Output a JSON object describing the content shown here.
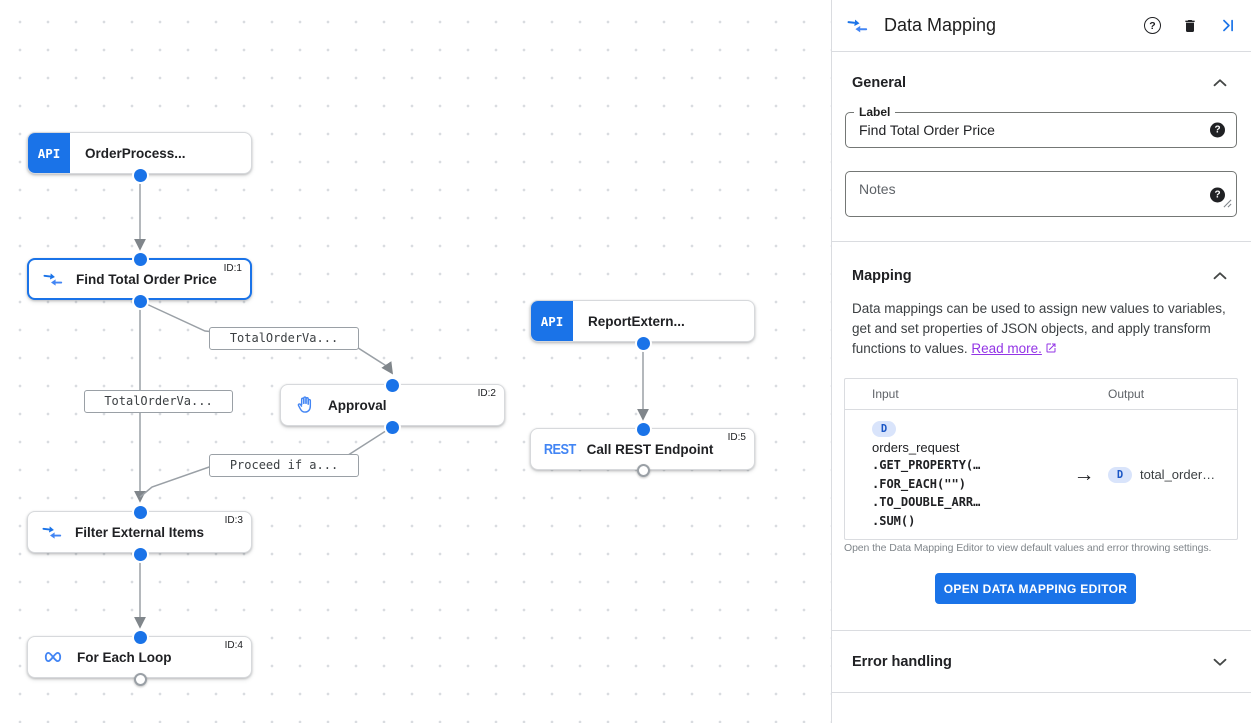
{
  "panel": {
    "title": "Data Mapping",
    "header_icons": [
      "data-mapping-icon",
      "help-icon",
      "delete-icon",
      "collapse-panel-icon"
    ],
    "general": {
      "title": "General",
      "label_field": {
        "label": "Label",
        "value": "Find Total Order Price"
      },
      "notes_field": {
        "placeholder": "Notes"
      }
    },
    "mapping": {
      "title": "Mapping",
      "description": "Data mappings can be used to assign new values to variables, get and set properties of JSON objects, and apply transform functions to values.",
      "link_text": "Read more.",
      "table": {
        "input_header": "Input",
        "output_header": "Output",
        "input_badge": "D",
        "input_var": "orders_request",
        "input_lines": [
          ".GET_PROPERTY(…",
          ".FOR_EACH(\"\")",
          ".TO_DOUBLE_ARR…",
          ".SUM()"
        ],
        "arrow": "→",
        "output_badge": "D",
        "output_var": "total_order…"
      },
      "caption": "Open the Data Mapping Editor to view default values and error throwing settings.",
      "button_label": "OPEN DATA MAPPING EDITOR"
    },
    "error_handling": {
      "title": "Error handling"
    }
  },
  "canvas": {
    "nodes": [
      {
        "title": "OrderProcess...",
        "badge": "API"
      },
      {
        "title": "Find Total Order Price",
        "id": "ID:1",
        "icon": "data-mapping-icon",
        "selected": true
      },
      {
        "title": "ReportExtern...",
        "badge": "API"
      },
      {
        "title": "Approval",
        "id": "ID:2",
        "icon": "hand-icon"
      },
      {
        "title": "Call REST Endpoint",
        "id": "ID:5",
        "badge": "REST"
      },
      {
        "title": "Filter External Items",
        "id": "ID:3",
        "icon": "data-mapping-icon"
      },
      {
        "title": "For Each Loop",
        "id": "ID:4",
        "icon": "infinity-icon"
      }
    ],
    "edge_labels": [
      "TotalOrderVa...",
      "TotalOrderVa...",
      "Proceed if a..."
    ]
  },
  "colors": {
    "accent": "#1a73e8",
    "icon_blue": "#4285f4",
    "link_purple": "#9334e6",
    "edge_gray": "#9aa0a6",
    "badge_bg": "#d9e4fb",
    "badge_text": "#1a56c5"
  }
}
